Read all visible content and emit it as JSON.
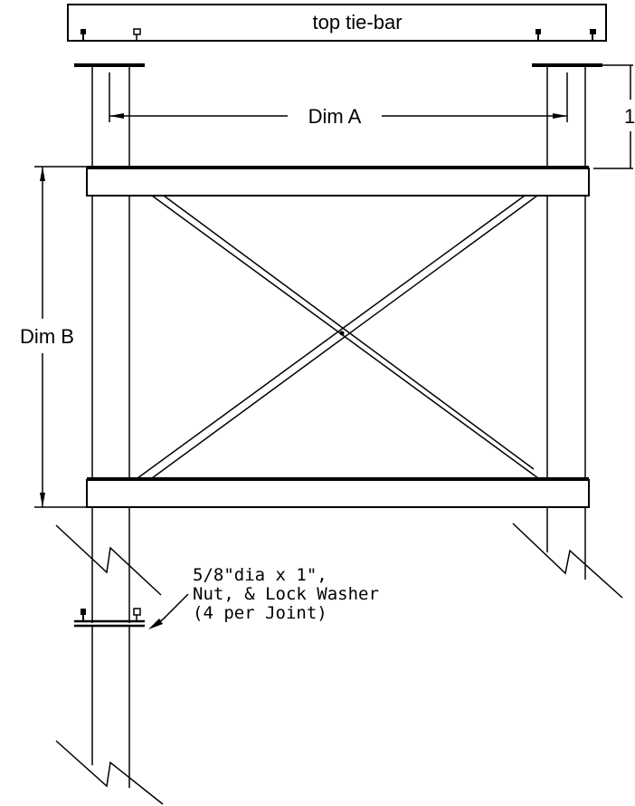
{
  "labels": {
    "top_tie_bar": "top tie-bar",
    "dim_a": "Dim A",
    "dim_b": "Dim B",
    "dim_c": "1"
  },
  "bolt_note": {
    "line1": "5/8\"dia x 1\",",
    "line2": "Nut, & Lock Washer",
    "line3": "(4 per Joint)"
  },
  "colors": {
    "line": "#000000",
    "background": "#ffffff"
  }
}
